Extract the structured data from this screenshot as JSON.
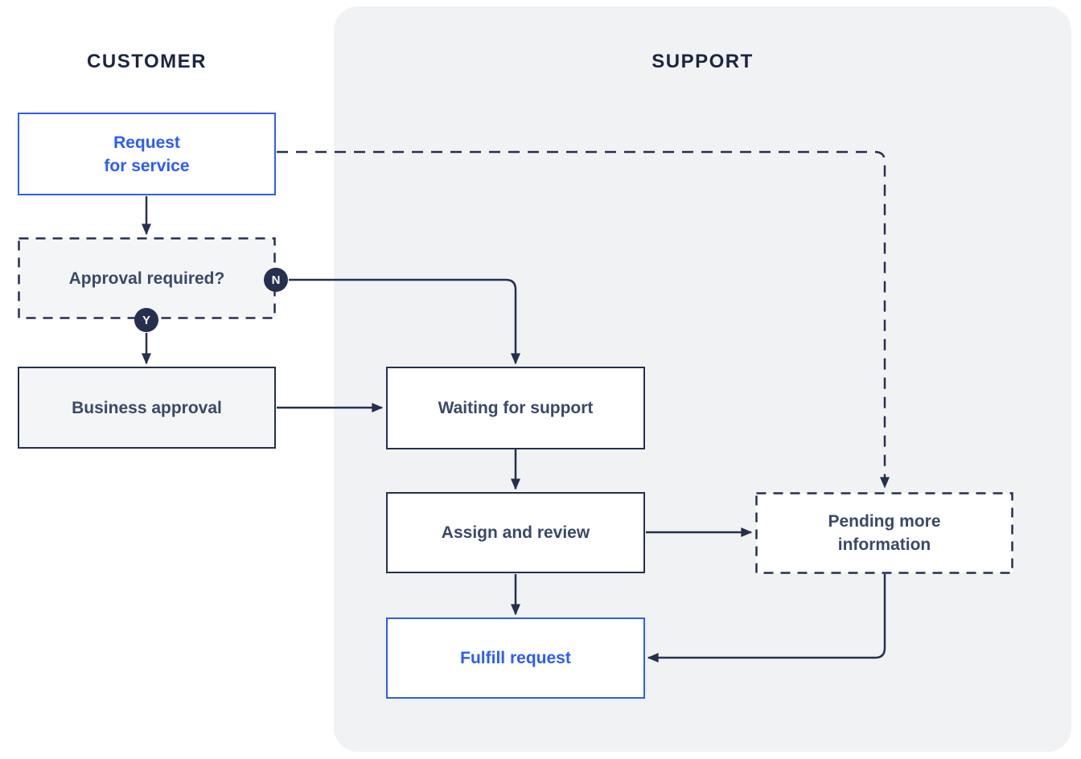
{
  "diagram": {
    "lanes": [
      {
        "label": "CUSTOMER"
      },
      {
        "label": "SUPPORT"
      }
    ],
    "nodes": [
      {
        "id": "request-for-service",
        "lane": "CUSTOMER",
        "lines": [
          "Request",
          "for service"
        ],
        "variant": "blue-outline"
      },
      {
        "id": "approval-required",
        "lane": "CUSTOMER",
        "lines": [
          "Approval required?"
        ],
        "variant": "dashed-gray-fill"
      },
      {
        "id": "business-approval",
        "lane": "CUSTOMER",
        "lines": [
          "Business approval"
        ],
        "variant": "solid-gray-fill"
      },
      {
        "id": "waiting-for-support",
        "lane": "SUPPORT",
        "lines": [
          "Waiting for support"
        ],
        "variant": "solid-white"
      },
      {
        "id": "assign-and-review",
        "lane": "SUPPORT",
        "lines": [
          "Assign and review"
        ],
        "variant": "solid-white"
      },
      {
        "id": "pending-more-information",
        "lane": "SUPPORT",
        "lines": [
          "Pending more",
          "information"
        ],
        "variant": "dashed-white"
      },
      {
        "id": "fulfill-request",
        "lane": "SUPPORT",
        "lines": [
          "Fulfill request"
        ],
        "variant": "blue-outline"
      }
    ],
    "badges": [
      {
        "label": "N"
      },
      {
        "label": "Y"
      }
    ],
    "edges": [
      {
        "from": "request-for-service",
        "to": "approval-required",
        "style": "solid"
      },
      {
        "from": "approval-required",
        "to": "business-approval",
        "style": "solid",
        "badge": "Y"
      },
      {
        "from": "approval-required",
        "to": "waiting-for-support",
        "style": "solid",
        "badge": "N"
      },
      {
        "from": "business-approval",
        "to": "waiting-for-support",
        "style": "solid"
      },
      {
        "from": "waiting-for-support",
        "to": "assign-and-review",
        "style": "solid"
      },
      {
        "from": "assign-and-review",
        "to": "pending-more-information",
        "style": "solid"
      },
      {
        "from": "assign-and-review",
        "to": "fulfill-request",
        "style": "solid"
      },
      {
        "from": "pending-more-information",
        "to": "fulfill-request",
        "style": "solid"
      },
      {
        "from": "request-for-service",
        "to": "pending-more-information",
        "style": "dashed"
      }
    ],
    "colors": {
      "navy": "#25304E",
      "heading": "#1B2542",
      "node_text": "#3A4968",
      "blue": "#2D5CF6",
      "lane_bg": "#F1F2F4",
      "gray_fill": "#F4F5F7",
      "white": "#FFFFFF"
    }
  }
}
